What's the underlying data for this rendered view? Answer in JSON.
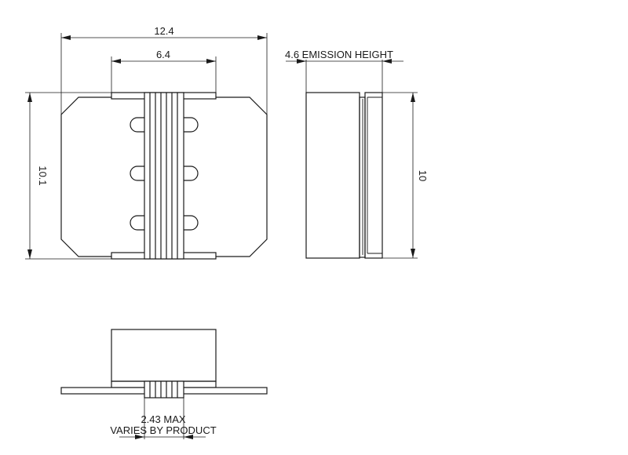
{
  "dimensions": {
    "overall_width": "12.4",
    "inner_width": "6.4",
    "overall_height": "10.1",
    "side_height": "10",
    "emission_height": "4.6 EMISSION HEIGHT",
    "bottom_max": "2.43 MAX",
    "bottom_note": "VARIES BY PRODUCT"
  }
}
